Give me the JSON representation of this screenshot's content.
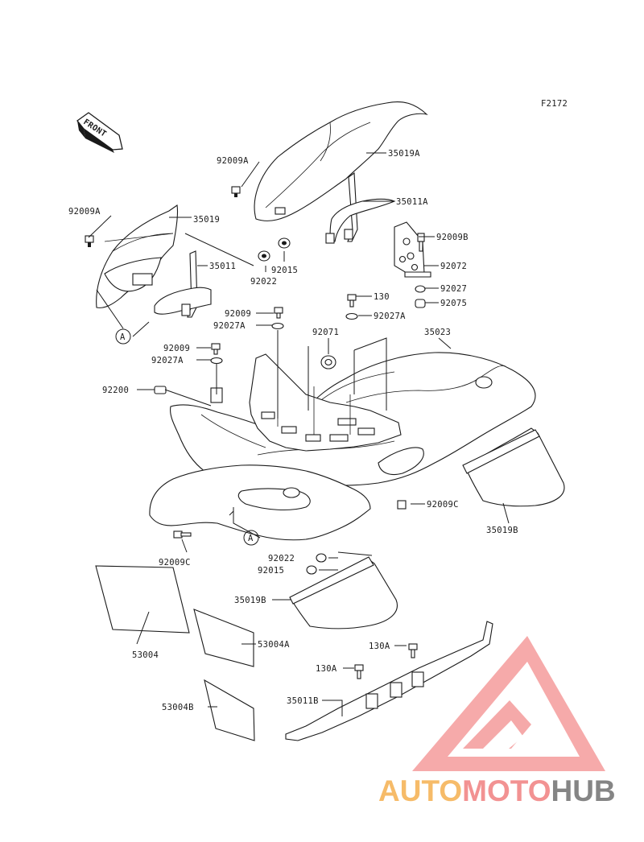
{
  "diagram": {
    "figure_id": "F2172",
    "front_label": "FRONT",
    "watermark": {
      "part1": "AUTO",
      "part2": "MOTO",
      "part3": "HUB",
      "color_orange": "#f5b050",
      "color_red": "#f08080",
      "color_gray": "#707070"
    },
    "callout_circle": "A",
    "labels": {
      "p35019A": "35019A",
      "p92009A_top": "92009A",
      "p35011A": "35011A",
      "p92009A_left": "92009A",
      "p35019": "35019",
      "p35011": "35011",
      "p92022_top": "92022",
      "p92015_top": "92015",
      "p92009B": "92009B",
      "p92072": "92072",
      "p92027": "92027",
      "p92075": "92075",
      "p130": "130",
      "p92027A_right": "92027A",
      "p92009_a": "92009",
      "p92027A_a": "92027A",
      "p92071": "92071",
      "p35023": "35023",
      "p92009_b": "92009",
      "p92027A_b": "92027A",
      "p92200": "92200",
      "p92009C_right": "92009C",
      "p35019B_right": "35019B",
      "p92009C_left": "92009C",
      "p92022_bot": "92022",
      "p92015_bot": "92015",
      "p35019B_left": "35019B",
      "p53004": "53004",
      "p53004A": "53004A",
      "p130A_top": "130A",
      "p130A_left": "130A",
      "p35011B": "35011B",
      "p53004B": "53004B"
    }
  }
}
